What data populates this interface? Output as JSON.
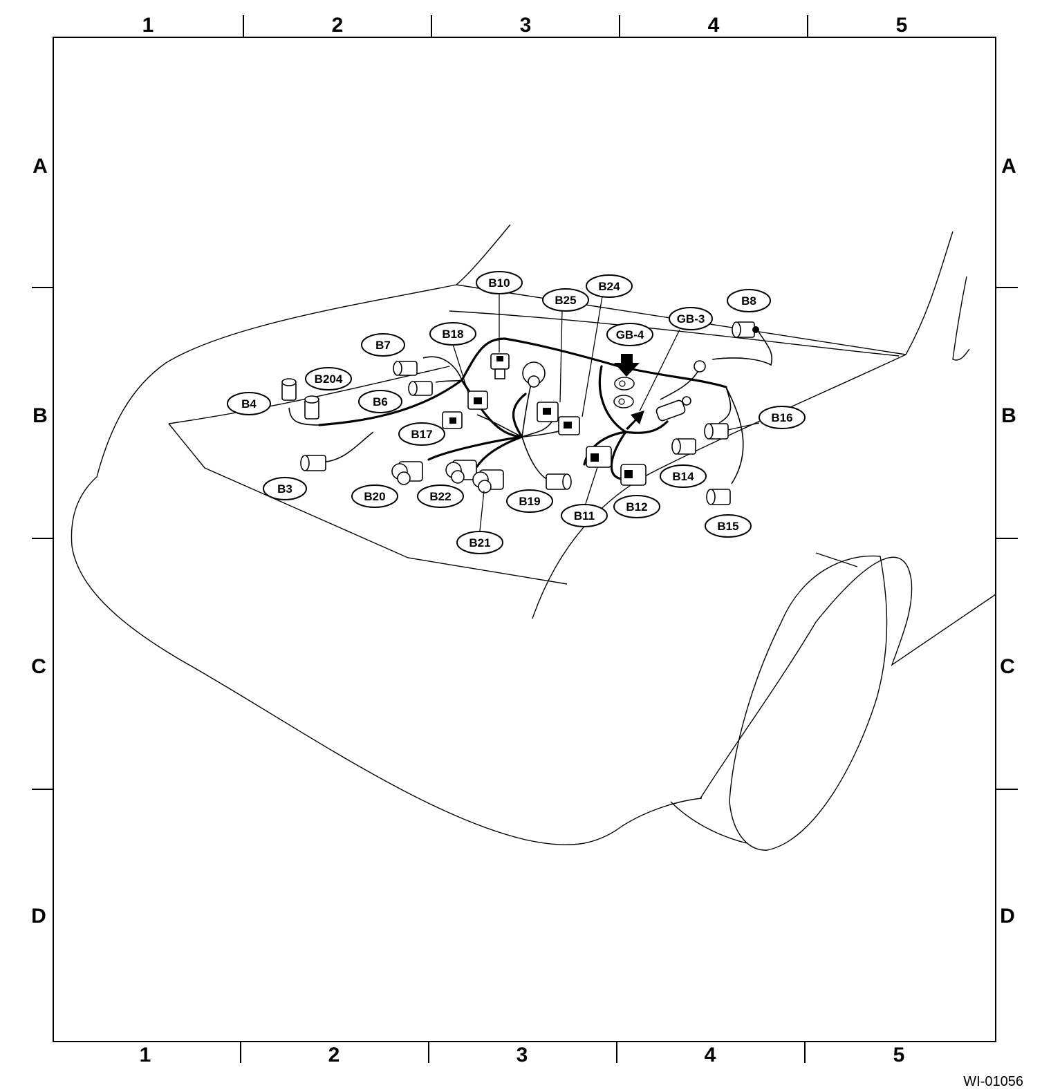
{
  "grid": {
    "columns": [
      "1",
      "2",
      "3",
      "4",
      "5"
    ],
    "rows": [
      "A",
      "B",
      "C",
      "D"
    ]
  },
  "connectors": [
    {
      "id": "b10",
      "label": "B10"
    },
    {
      "id": "b24",
      "label": "B24"
    },
    {
      "id": "b25",
      "label": "B25"
    },
    {
      "id": "b8",
      "label": "B8"
    },
    {
      "id": "gb3",
      "label": "GB-3"
    },
    {
      "id": "gb4",
      "label": "GB-4"
    },
    {
      "id": "b18",
      "label": "B18"
    },
    {
      "id": "b7",
      "label": "B7"
    },
    {
      "id": "b204",
      "label": "B204"
    },
    {
      "id": "b4",
      "label": "B4"
    },
    {
      "id": "b6",
      "label": "B6"
    },
    {
      "id": "b17",
      "label": "B17"
    },
    {
      "id": "b16",
      "label": "B16"
    },
    {
      "id": "b14",
      "label": "B14"
    },
    {
      "id": "b3",
      "label": "B3"
    },
    {
      "id": "b20",
      "label": "B20"
    },
    {
      "id": "b22",
      "label": "B22"
    },
    {
      "id": "b19",
      "label": "B19"
    },
    {
      "id": "b11",
      "label": "B11"
    },
    {
      "id": "b12",
      "label": "B12"
    },
    {
      "id": "b15",
      "label": "B15"
    },
    {
      "id": "b21",
      "label": "B21"
    }
  ],
  "figure_ref": "WI-01056"
}
